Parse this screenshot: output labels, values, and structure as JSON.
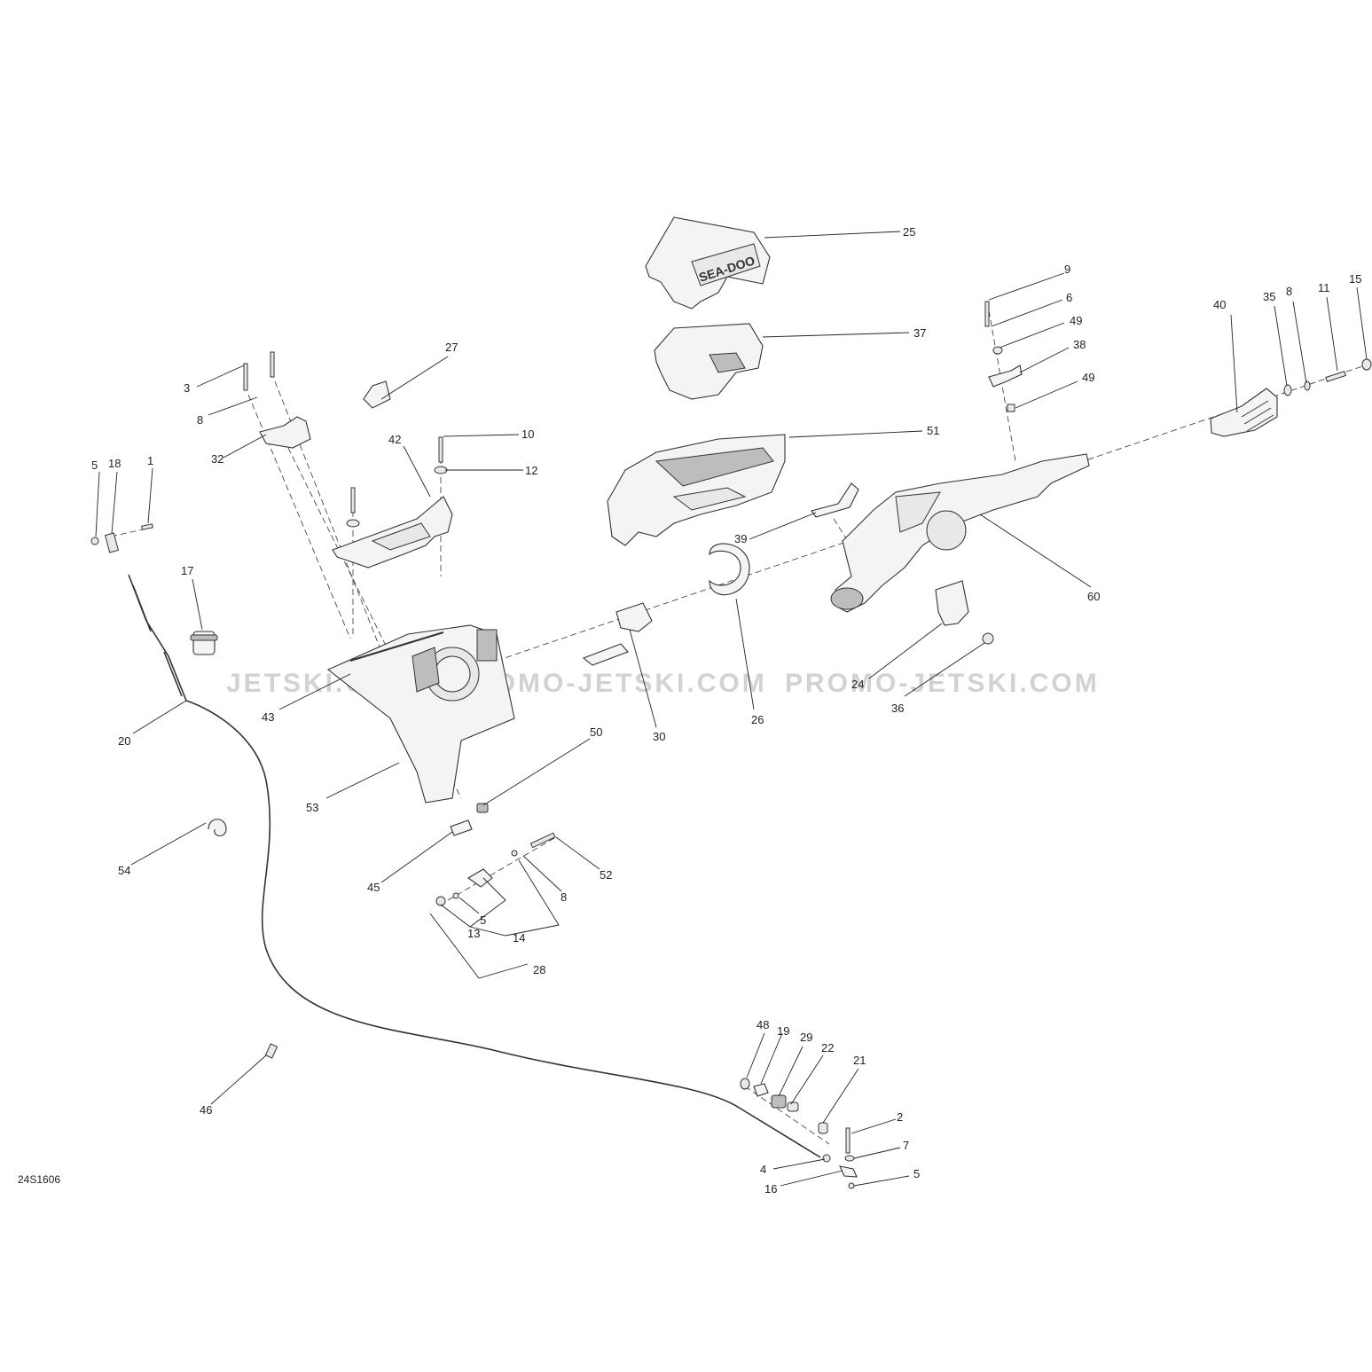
{
  "diagram_code": "24S1606",
  "watermarks": [
    "JETSKI.COM",
    "PROMO-JETSKI.COM",
    "PROMO-JETSKI.COM"
  ],
  "labels": {
    "l1": "1",
    "l2": "2",
    "l3": "3",
    "l4": "4",
    "l5a": "5",
    "l5b": "5",
    "l5c": "5",
    "l6": "6",
    "l7": "7",
    "l8a": "8",
    "l8b": "8",
    "l8c": "8",
    "l9": "9",
    "l10": "10",
    "l11": "11",
    "l12": "12",
    "l13": "13",
    "l14": "14",
    "l15": "15",
    "l16": "16",
    "l17": "17",
    "l18": "18",
    "l19": "19",
    "l20": "20",
    "l21": "21",
    "l22": "22",
    "l24": "24",
    "l25": "25",
    "l26": "26",
    "l27": "27",
    "l28": "28",
    "l29": "29",
    "l30": "30",
    "l32": "32",
    "l35": "35",
    "l36": "36",
    "l37": "37",
    "l38": "38",
    "l39": "39",
    "l40": "40",
    "l42": "42",
    "l43": "43",
    "l45": "45",
    "l46": "46",
    "l48": "48",
    "l49a": "49",
    "l49b": "49",
    "l50": "50",
    "l51": "51",
    "l52": "52",
    "l53": "53",
    "l54": "54",
    "l60": "60"
  }
}
